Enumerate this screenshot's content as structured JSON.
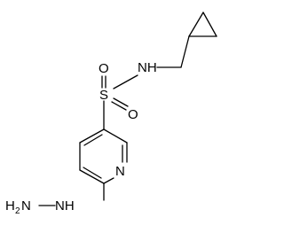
{
  "molecule": {
    "atoms": {
      "nh_sulfonamide": "NH",
      "sulfur": "S",
      "oxygen_top": "O",
      "oxygen_bottom": "O",
      "pyridine_n": "N",
      "hydrazine_nh": "NH",
      "hydrazine_h2n_h": "H",
      "hydrazine_h2n_sub": "2",
      "hydrazine_h2n_n": "N"
    }
  }
}
